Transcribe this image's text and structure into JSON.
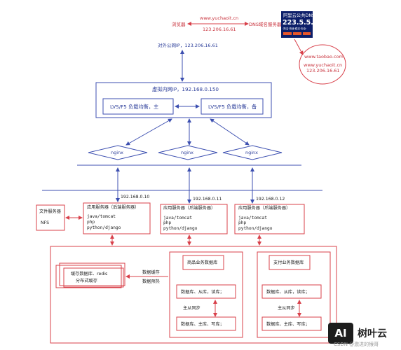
{
  "top": {
    "browser": "浏览器",
    "domain": "www.yuchaoit.cn",
    "resolved_ip": "123.206.16.61",
    "dns_server": "DNS域名服务器",
    "dns_ad": {
      "title": "阿里云公共DNS",
      "ip": "223.5.5.5",
      "small": "·简洁·快速·稳定·安全·"
    },
    "dns_records": [
      "www.taobao.com",
      "www.yuchaoit.cn",
      "123.206.16.61"
    ],
    "public_ip": "对外公网IP，123.206.16.61"
  },
  "lb": {
    "vip": "虚拟内网IP，192.168.0.150",
    "master": "LVS/F5 负载均衡，主",
    "backup": "LVS/F5 负载均衡，备"
  },
  "nginx": [
    "nginx",
    "nginx",
    "nginx"
  ],
  "app_ips": [
    "192.168.0.10",
    "192.168.0.11",
    "192.168.0.12"
  ],
  "apps": [
    {
      "title": "应用服务器（后端服务器）",
      "lines": [
        "java/tomcat",
        "php",
        "python/django"
      ]
    },
    {
      "title": "应用服务器（后端服务器）",
      "lines": [
        "java/tomcat",
        "php",
        "python/django"
      ]
    },
    {
      "title": "应用服务器（后端服务器）",
      "lines": [
        "java/tomcat",
        "php",
        "python/django"
      ]
    }
  ],
  "file_server": {
    "title": "文件服务器",
    "nfs": "NFS"
  },
  "cache": {
    "line1": "缓存数据库、redis",
    "line2": "分布式缓存"
  },
  "cache_notes": [
    "数据缓存",
    "数据预热"
  ],
  "goods_db": {
    "title": "商品业务数据库",
    "slave": "数据库、从库，读库；",
    "sync": "主从同步",
    "master": "数据库、主库、写库；"
  },
  "pay_db": {
    "title": "支付业务数据库",
    "slave": "数据库、从库，读库；",
    "sync": "主从同步",
    "master": "数据库、主库、写库；"
  },
  "watermark": {
    "logo": "AI",
    "name": "树叶云",
    "sub": "CSDN @激进的猴哥"
  },
  "colors": {
    "red": "#d8404a",
    "blue": "#3c4fb0",
    "ad_bg": "#0d1f6a",
    "ad_bar": "#e8562a"
  }
}
